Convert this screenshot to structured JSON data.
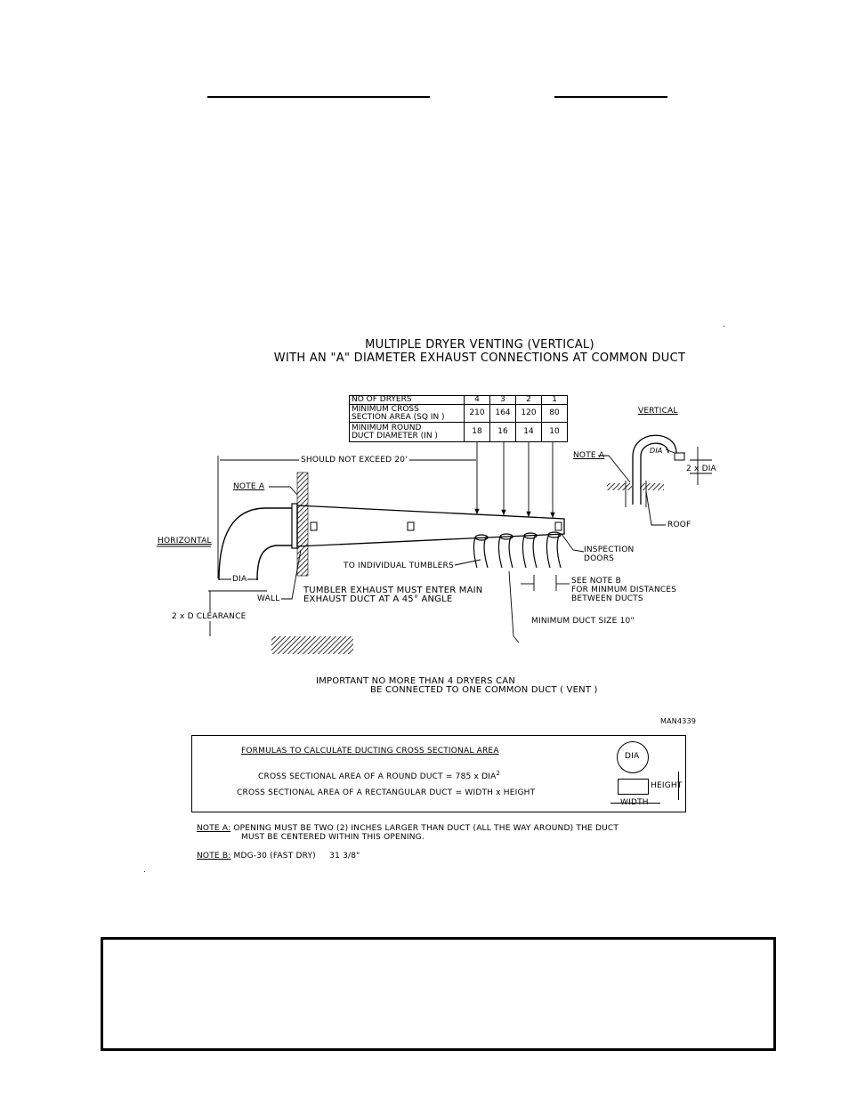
{
  "header_rules": [
    "",
    ""
  ],
  "diagram": {
    "corner_mark": ".",
    "title_line1": "MULTIPLE DRYER VENTING (VERTICAL)",
    "title_line2": "WITH AN \"A\" DIAMETER EXHAUST CONNECTIONS AT COMMON DUCT",
    "table": {
      "header_label": "NO OF DRYERS",
      "dryers": [
        "4",
        "3",
        "2",
        "1"
      ],
      "row1_label_a": "MINIMUM CROSS",
      "row1_label_b": "SECTION AREA (SQ IN )",
      "row1_values": [
        "210",
        "164",
        "120",
        "80"
      ],
      "row2_label_a": "MINIMUM ROUND",
      "row2_label_b": "DUCT DIAMETER (IN )",
      "row2_values": [
        "18",
        "16",
        "14",
        "10"
      ]
    },
    "labels": {
      "should_not_exceed": "SHOULD NOT EXCEED 20'",
      "note_a_left": "NOTE A",
      "horizontal": "HORIZONTAL",
      "dia_left": "DIA",
      "wall": "WALL",
      "clearance": "2 x D CLEARANCE",
      "to_individual": "TO INDIVIDUAL TUMBLERS",
      "tumbler_exhaust_1": "TUMBLER EXHAUST MUST ENTER MAIN",
      "tumbler_exhaust_2": "EXHAUST DUCT AT A 45° ANGLE",
      "inspection_1": "INSPECTION",
      "inspection_2": "DOORS",
      "see_note_b": "SEE NOTE B",
      "min_distances_1": "FOR MINMUM DISTANCES",
      "min_distances_2": "BETWEEN DUCTS",
      "min_duct_size": "MINIMUM DUCT SIZE 10\"",
      "vertical": "VERTICAL",
      "note_a_right": "NOTE A",
      "dia_right": "DIA",
      "two_x_dia": "2 x DIA",
      "roof": "ROOF",
      "important_1": "IMPORTANT  NO MORE THAN 4 DRYERS CAN",
      "important_2": "BE CONNECTED TO ONE COMMON DUCT ( VENT )",
      "drawing_number": "MAN4339"
    }
  },
  "formulas": {
    "heading": "FORMULAS TO CALCULATE DUCTING CROSS SECTIONAL AREA",
    "round": "CROSS SECTIONAL AREA OF A ROUND DUCT = 785 x DIA",
    "round_exp": "2",
    "rect": "CROSS SECTIONAL AREA OF A RECTANGULAR DUCT = WIDTH x HEIGHT",
    "dia": "DIA",
    "height": "HEIGHT",
    "width": "WIDTH"
  },
  "notes": {
    "note_a_label": "NOTE A:",
    "note_a_line1": "OPENING MUST BE TWO (2) INCHES LARGER THAN DUCT (ALL THE WAY AROUND) THE DUCT",
    "note_a_line2": "MUST BE CENTERED WITHIN THIS OPENING.",
    "note_b_label": "NOTE B:",
    "note_b_text": "MDG-30 (FAST DRY)     31 3/8\"",
    "stray_mark": "."
  },
  "bottom_box_text": ""
}
